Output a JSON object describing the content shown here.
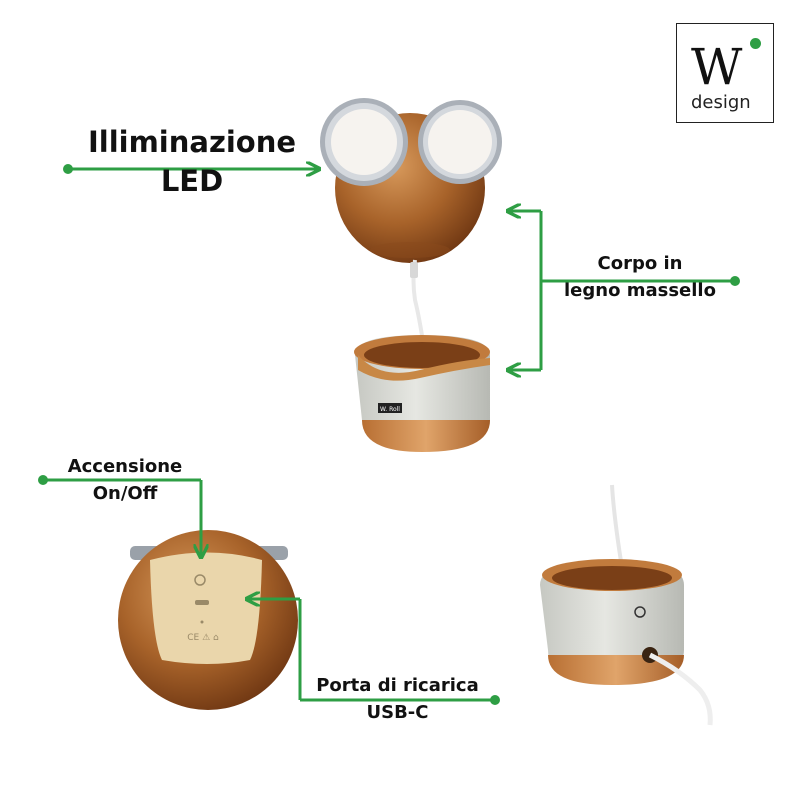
{
  "brand": {
    "logo_letter": "W",
    "logo_text": "design",
    "accent": "#2e9e44"
  },
  "labels": {
    "led_line1": "Illiminazione",
    "led_line2": "LED",
    "body_line1": "Corpo in",
    "body_line2": "legno massello",
    "power_line1": "Accensione",
    "power_line2": "On/Off",
    "port_line1": "Porta di ricarica",
    "port_line2": "USB-C"
  },
  "product": {
    "base_tag": "W. Roll"
  },
  "colors": {
    "wood": "#a8632a",
    "wood_dark": "#7a3f17",
    "shell": "#d9dbd6",
    "bezel": "#b9bec6",
    "lens": "#f4f1ee",
    "panel": "#e8d3a6"
  }
}
